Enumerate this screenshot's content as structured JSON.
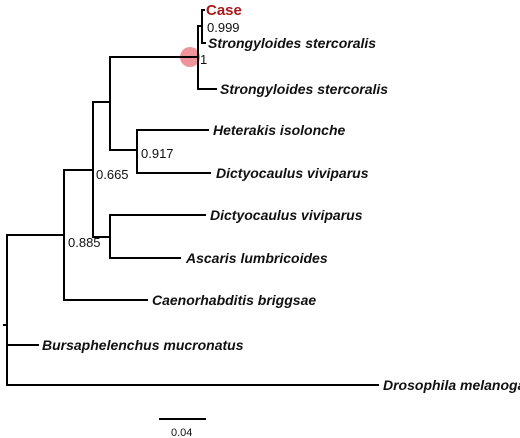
{
  "tree": {
    "taxa": {
      "case": "Case",
      "strongyloides_1": "Strongyloides stercoralis",
      "strongyloides_2": "Strongyloides stercoralis",
      "heterakis": "Heterakis isolonche",
      "dictyocaulus_1": "Dictyocaulus viviparus",
      "dictyocaulus_2": "Dictyocaulus viviparus",
      "ascaris": "Ascaris lumbricoides",
      "caenorhabditis": "Caenorhabditis briggsae",
      "bursaphelenchus": "Bursaphelenchus mucronatus",
      "drosophila": "Drosophila melanogaster"
    },
    "support": {
      "case_strongyloides": "0.999",
      "strongyloides_clade": "1",
      "heterakis_dictyocaulus": "0.917",
      "ingroup_upper": "0.665",
      "ingroup": "0.885"
    },
    "highlight_color": "#e8707a",
    "case_color": "#a81a1a"
  },
  "scale_bar": {
    "label": "0.04"
  }
}
